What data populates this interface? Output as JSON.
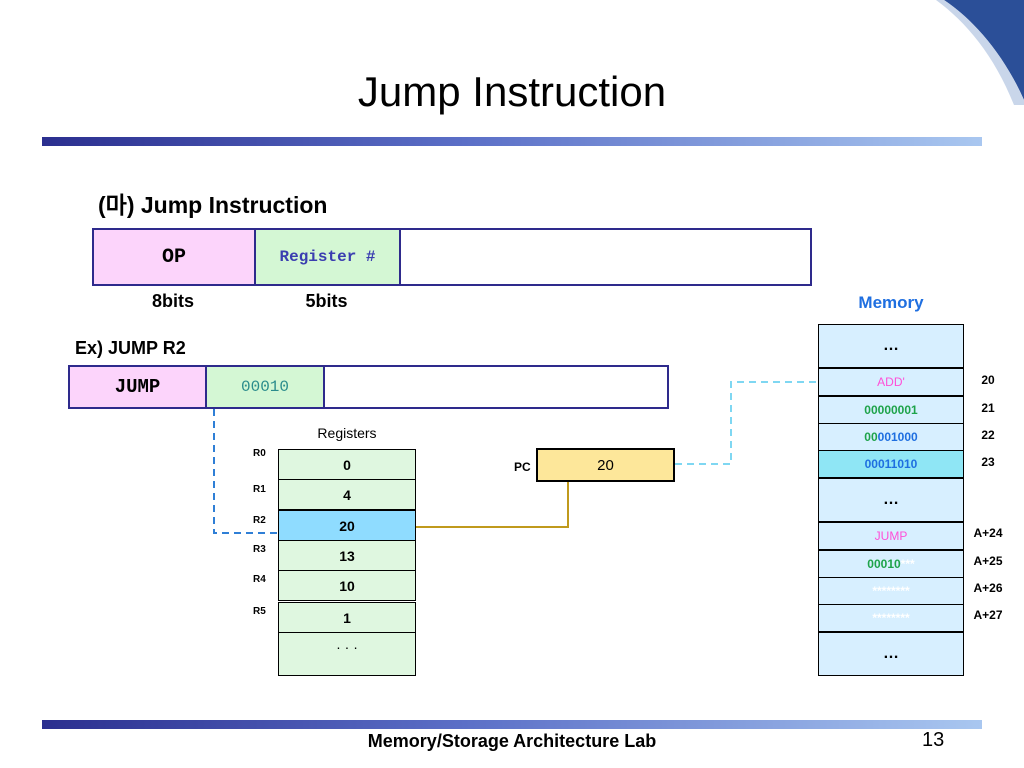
{
  "slide": {
    "title": "Jump Instruction",
    "subtitle": "(마)  Jump Instruction",
    "footer": "Memory/Storage Architecture Lab",
    "page_number": "13"
  },
  "format": {
    "op_label": "OP",
    "register_label": "Register #",
    "op_bits": "8bits",
    "reg_bits": "5bits"
  },
  "example": {
    "label": "Ex) JUMP  R2",
    "opcode": "JUMP",
    "operand": "00010"
  },
  "registers": {
    "title": "Registers",
    "items": [
      {
        "name": "R0",
        "value": "0"
      },
      {
        "name": "R1",
        "value": "4"
      },
      {
        "name": "R2",
        "value": "20"
      },
      {
        "name": "R3",
        "value": "13"
      },
      {
        "name": "R4",
        "value": "10"
      },
      {
        "name": "R5",
        "value": "1"
      }
    ],
    "more": "· · ·"
  },
  "pc": {
    "label": "PC",
    "value": "20"
  },
  "memory": {
    "title": "Memory",
    "ellipsis": "…",
    "block1": [
      {
        "content": "ADD'",
        "address": "20"
      },
      {
        "content": "00000001",
        "address": "21"
      },
      {
        "content_prefix": "00",
        "content_rest": "001000",
        "address": "22"
      },
      {
        "content": "00011010",
        "address": "23"
      }
    ],
    "block2": [
      {
        "content": "JUMP",
        "address": "A+24"
      },
      {
        "content_prefix": "00010",
        "content_rest": "***",
        "address": "A+25"
      },
      {
        "content": "********",
        "address": "A+26"
      },
      {
        "content": "********",
        "address": "A+27"
      }
    ]
  },
  "colors": {
    "border_blue": "#2e2a8c",
    "op_fill": "#fcd4fb",
    "reg_fill": "#d4f7d4",
    "register_bg": "#dff7e0",
    "register_highlight": "#8fdcff",
    "memory_bg": "#d7efff",
    "memory_highlight": "#8fe6f5",
    "pc_fill": "#fde79a",
    "arrow_gold": "#c09a1c",
    "dashed_blue": "#2f7fd6",
    "dashed_cyan": "#7fd7f2",
    "pink_text": "#ff4fd8",
    "green_text": "#1ea34a",
    "blue_text": "#1f6fe0"
  }
}
